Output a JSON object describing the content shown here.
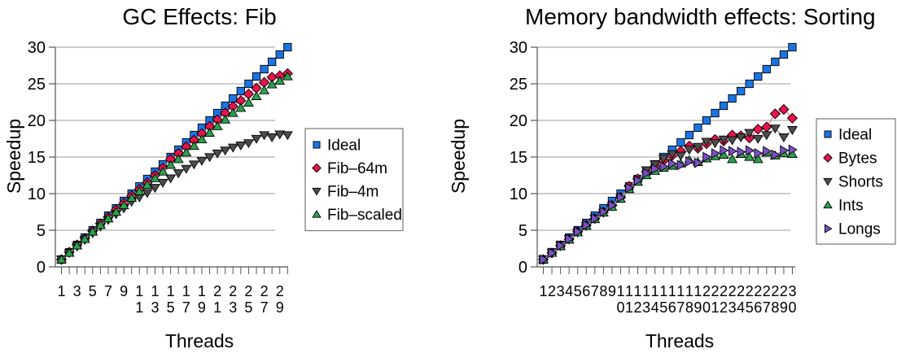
{
  "chart_data": [
    {
      "type": "scatter",
      "title": "GC Effects: Fib",
      "ylabel": "Speedup",
      "xlabel": "Threads",
      "x_start": 1,
      "x_end": 30,
      "x_label_step": 2,
      "ylim": [
        0,
        30
      ],
      "yticks": [
        0,
        5,
        10,
        15,
        20,
        25,
        30
      ],
      "grid": "horizontal",
      "legend_position": "right",
      "series": [
        {
          "name": "Ideal",
          "marker": "square",
          "color": "#1b74e4",
          "line_color": "#7fb2ee",
          "values": [
            1,
            2,
            3,
            4,
            5,
            6,
            7,
            8,
            9,
            10,
            11,
            12,
            13,
            14,
            15,
            16,
            17,
            18,
            19,
            20,
            21,
            22,
            23,
            24,
            25,
            26,
            27,
            28,
            29,
            30
          ]
        },
        {
          "name": "Fib–64m",
          "marker": "diamond",
          "color": "#e8134b",
          "line_color": "#f4698e",
          "values": [
            1,
            2,
            3,
            3.9,
            4.9,
            5.9,
            6.8,
            7.8,
            8.7,
            9.7,
            10.6,
            11.5,
            12.5,
            13.5,
            14.7,
            15.5,
            16.4,
            17.3,
            18.2,
            19.2,
            20.1,
            21,
            21.9,
            22.7,
            23.6,
            24.4,
            25.2,
            25.9,
            26.1,
            26.4
          ]
        },
        {
          "name": "Fib–4m",
          "marker": "triangle-down",
          "color": "#4d4d4d",
          "line_color": "#8c8c8c",
          "values": [
            1,
            1.9,
            2.8,
            3.7,
            4.6,
            5.5,
            6.4,
            7.2,
            8,
            8.9,
            9.5,
            10.1,
            10.8,
            11.5,
            12.1,
            12.8,
            13.4,
            14,
            14.5,
            15,
            15.5,
            15.9,
            16.3,
            16.6,
            16.9,
            17.5,
            18,
            17.7,
            18.1,
            18
          ]
        },
        {
          "name": "Fib–scaled",
          "marker": "triangle-up",
          "color": "#2aa24c",
          "line_color": "#7fcf96",
          "values": [
            1,
            1.9,
            2.9,
            3.8,
            4.8,
            5.7,
            6.6,
            7.5,
            8.4,
            9.4,
            10.3,
            11.2,
            12.1,
            13,
            13.9,
            14.7,
            15.6,
            16.5,
            17.4,
            18.3,
            19.2,
            20.1,
            21,
            21.7,
            22.4,
            23.3,
            24.1,
            24.9,
            25.4,
            26
          ]
        }
      ]
    },
    {
      "type": "scatter",
      "title": "Memory bandwidth effects: Sorting",
      "ylabel": "Speedup",
      "xlabel": "Threads",
      "x_start": 1,
      "x_end": 30,
      "x_label_step": 1,
      "ylim": [
        0,
        30
      ],
      "yticks": [
        0,
        5,
        10,
        15,
        20,
        25,
        30
      ],
      "grid": "horizontal",
      "legend_position": "right",
      "series": [
        {
          "name": "Ideal",
          "marker": "square",
          "color": "#1b74e4",
          "line_color": "#7fb2ee",
          "values": [
            1,
            2,
            3,
            4,
            5,
            6,
            7,
            8,
            9,
            10,
            11,
            12,
            13,
            14,
            15,
            16,
            17,
            18,
            19,
            20,
            21,
            22,
            23,
            24,
            25,
            26,
            27,
            28,
            29,
            30
          ]
        },
        {
          "name": "Bytes",
          "marker": "diamond",
          "color": "#e8134b",
          "line_color": "#f4698e",
          "values": [
            1,
            1.9,
            2.9,
            3.8,
            4.8,
            5.7,
            6.6,
            7.5,
            8.4,
            9.5,
            11,
            12,
            13,
            13.7,
            14.5,
            15.2,
            15.8,
            16.5,
            16.2,
            16.8,
            17.4,
            17.2,
            18,
            17.9,
            17.6,
            18.8,
            19.1,
            20.9,
            21.5,
            20.3
          ]
        },
        {
          "name": "Shorts",
          "marker": "triangle-down",
          "color": "#4d4d4d",
          "line_color": "#8c8c8c",
          "values": [
            1,
            1.9,
            2.9,
            3.8,
            4.7,
            5.6,
            6.6,
            7.4,
            8.3,
            9.4,
            10.7,
            11.8,
            13.2,
            14,
            14.8,
            15.4,
            15.2,
            16,
            16.4,
            17.1,
            16.9,
            17.4,
            17.3,
            17.7,
            18.3,
            17.5,
            18,
            18.9,
            17.7,
            18.7
          ]
        },
        {
          "name": "Ints",
          "marker": "triangle-up",
          "color": "#2aa24c",
          "line_color": "#7fcf96",
          "values": [
            1,
            1.9,
            2.8,
            3.7,
            4.7,
            5.6,
            6.5,
            7.4,
            8.2,
            9.3,
            10.6,
            11.6,
            12.5,
            13.1,
            13.5,
            13.8,
            14.1,
            14.6,
            14.3,
            14.8,
            15.1,
            15.3,
            14.7,
            15.4,
            15,
            14.7,
            15.6,
            15.2,
            15.5,
            15.4
          ]
        },
        {
          "name": "Longs",
          "marker": "triangle-right",
          "color": "#7b4fc5",
          "line_color": "#9878d2",
          "values": [
            1,
            1.9,
            2.9,
            3.8,
            4.8,
            5.7,
            6.6,
            7.5,
            8.4,
            9.5,
            10.8,
            11.8,
            12.8,
            13.4,
            13.7,
            14.1,
            13.9,
            14.4,
            14.2,
            15,
            15.5,
            15.9,
            15.8,
            15.7,
            15.9,
            15.5,
            15.8,
            15.3,
            15.9,
            16
          ]
        }
      ]
    }
  ]
}
